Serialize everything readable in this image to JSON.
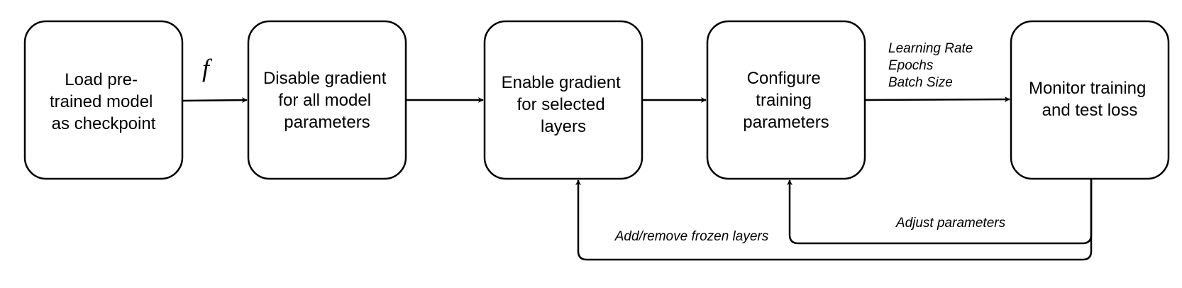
{
  "diagram": {
    "nodes": [
      {
        "id": "load",
        "lines": [
          "Load pre-",
          "trained model",
          "as checkpoint"
        ]
      },
      {
        "id": "disable",
        "lines": [
          "Disable gradient",
          "for all model",
          "parameters"
        ]
      },
      {
        "id": "enable",
        "lines": [
          "Enable gradient",
          "for selected",
          "layers"
        ]
      },
      {
        "id": "configure",
        "lines": [
          "Configure",
          "training",
          "parameters"
        ]
      },
      {
        "id": "monitor",
        "lines": [
          "Monitor training",
          "and test loss"
        ]
      }
    ],
    "function_symbol": "f",
    "param_labels": [
      "Learning Rate",
      "Epochs",
      "Batch Size"
    ],
    "feedback_labels": {
      "adjust": "Adjust parameters",
      "frozen": "Add/remove frozen layers"
    }
  }
}
